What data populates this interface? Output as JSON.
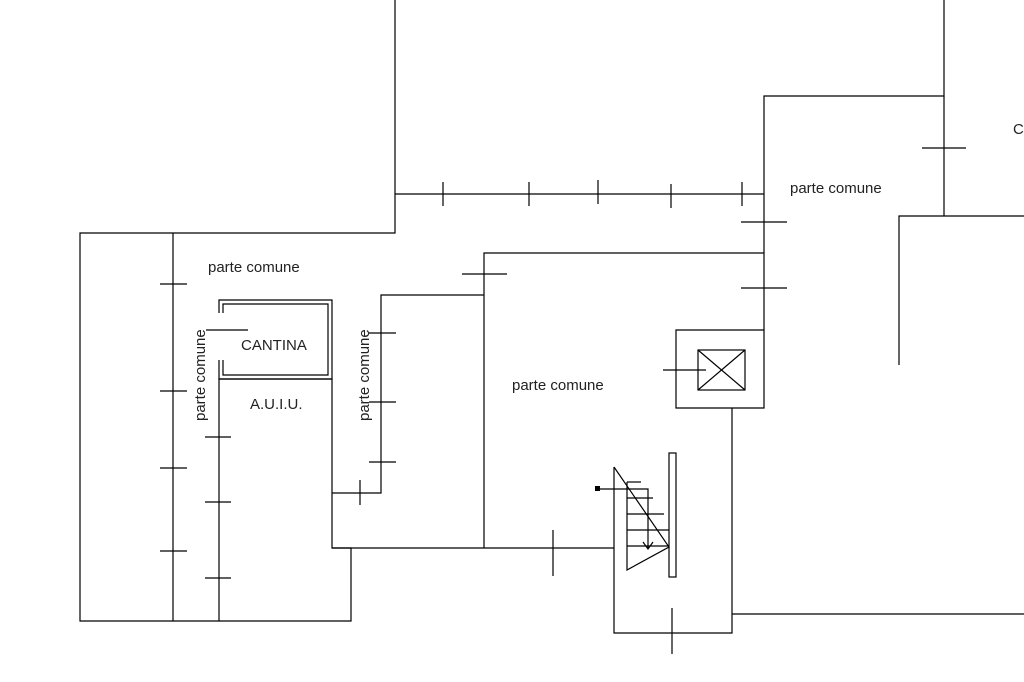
{
  "plan": {
    "labels": {
      "top_right_comune": "parte comune",
      "left_comune": "parte comune",
      "vertical_left_comune": "parte comune",
      "vertical_mid_comune": "parte comune",
      "center_comune": "parte comune",
      "cantina": "CANTINA",
      "auiu": "A.U.I.U.",
      "edge_c": "C"
    },
    "symbols": {
      "lift": "lift-shaft-icon",
      "stair": "staircase-icon"
    }
  }
}
